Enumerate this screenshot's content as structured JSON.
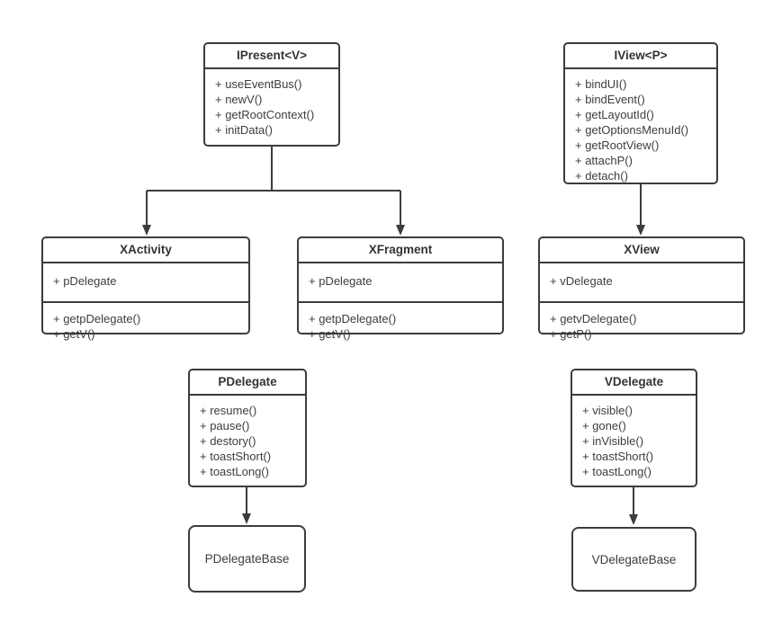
{
  "diagram": {
    "type": "uml-class-diagram",
    "colors": {
      "line": "#3c3c3c",
      "text": "#3d3d3d",
      "background": "#ffffff"
    }
  },
  "classes": {
    "ipresent": {
      "title": "IPresent<V>",
      "methods": [
        "+ useEventBus()",
        "+ newV()",
        "+ getRootContext()",
        "+ initData()"
      ]
    },
    "iview": {
      "title": "IView<P>",
      "methods": [
        "+ bindUI()",
        "+ bindEvent()",
        "+ getLayoutId()",
        "+ getOptionsMenuId()",
        "+ getRootView()",
        "+ attachP()",
        "+ detach()"
      ]
    },
    "xactivity": {
      "title": "XActivity",
      "attributes": [
        "+ pDelegate"
      ],
      "methods": [
        "+ getpDelegate()",
        "+ getV()"
      ]
    },
    "xfragment": {
      "title": "XFragment",
      "attributes": [
        "+ pDelegate"
      ],
      "methods": [
        "+ getpDelegate()",
        "+ getV()"
      ]
    },
    "xview": {
      "title": "XView",
      "attributes": [
        "+ vDelegate"
      ],
      "methods": [
        "+ getvDelegate()",
        "+ getP()"
      ]
    },
    "pdelegate": {
      "title": "PDelegate",
      "methods": [
        "+ resume()",
        "+ pause()",
        "+ destory()",
        "+ toastShort()",
        "+ toastLong()"
      ]
    },
    "vdelegate": {
      "title": "VDelegate",
      "methods": [
        "+ visible()",
        "+ gone()",
        "+ inVisible()",
        "+ toastShort()",
        "+ toastLong()"
      ]
    },
    "pdelegatebase": {
      "title": "PDelegateBase"
    },
    "vdelegatebase": {
      "title": "VDelegateBase"
    }
  },
  "relationships": [
    {
      "from": "IPresent<V>",
      "to": "XActivity",
      "style": "solid-arrow"
    },
    {
      "from": "IPresent<V>",
      "to": "XFragment",
      "style": "solid-arrow"
    },
    {
      "from": "IView<P>",
      "to": "XView",
      "style": "solid-arrow"
    },
    {
      "from": "PDelegate",
      "to": "PDelegateBase",
      "style": "solid-arrow"
    },
    {
      "from": "VDelegate",
      "to": "VDelegateBase",
      "style": "solid-arrow"
    }
  ]
}
